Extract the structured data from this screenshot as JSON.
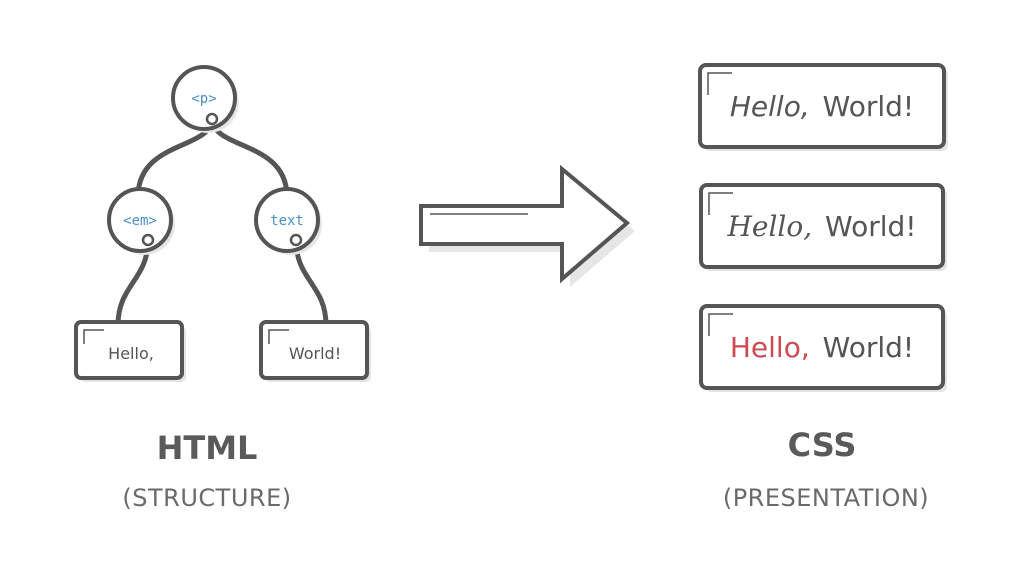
{
  "html_side": {
    "tree": {
      "root": {
        "label": "<p>"
      },
      "em": {
        "label": "<em>"
      },
      "text": {
        "label": "text"
      }
    },
    "leaves": {
      "hello": "Hello,",
      "world": "World!"
    },
    "title": "HTML",
    "subtitle": "(STRUCTURE)"
  },
  "css_side": {
    "examples": [
      {
        "first": "Hello,",
        "second": "World!",
        "style": "italic"
      },
      {
        "first": "Hello,",
        "second": "World!",
        "style": "script"
      },
      {
        "first": "Hello,",
        "second": "World!",
        "style": "red"
      }
    ],
    "title": "CSS",
    "subtitle": "(PRESENTATION)"
  },
  "colors": {
    "outline": "#555555",
    "tag_blue": "#4a90c8",
    "accent_red": "#cc4b55"
  }
}
